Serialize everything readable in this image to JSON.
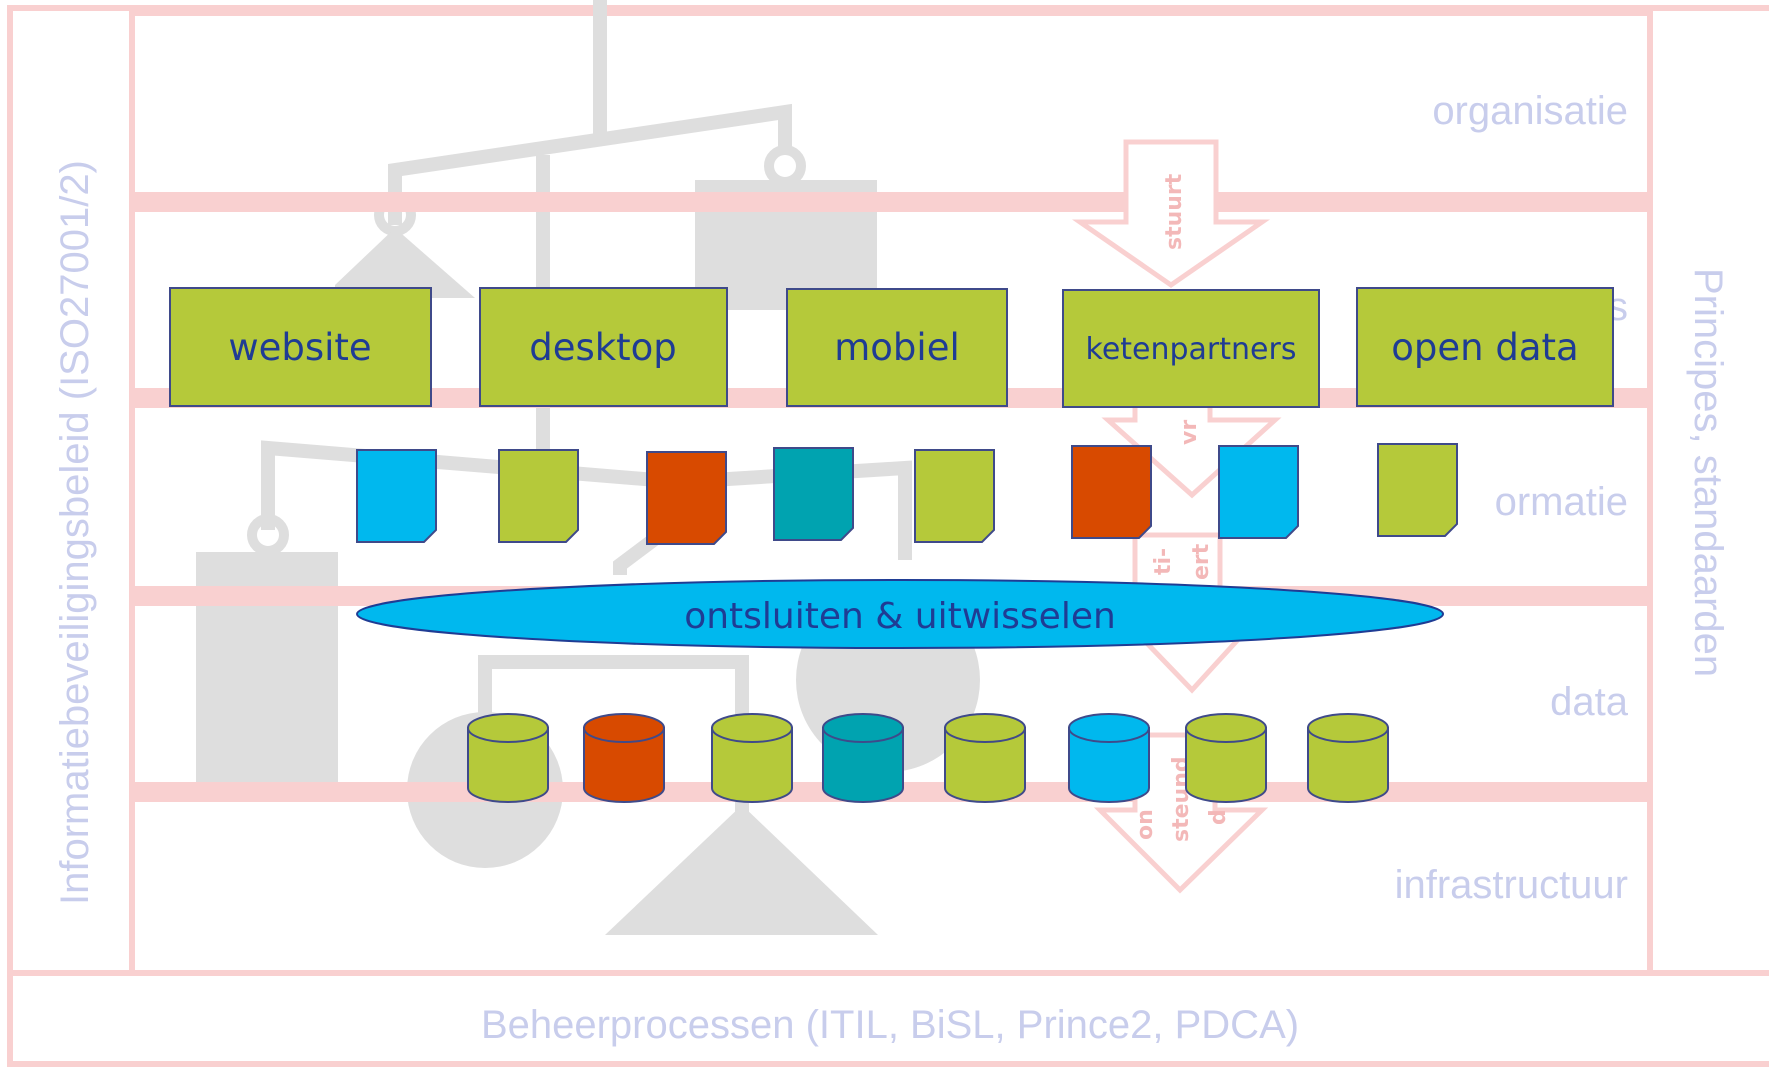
{
  "frame": {
    "left_label": "Informatiebeveiligingsbeleid (ISO27001/2)",
    "right_label": "Principes, standaarden",
    "bottom_label": "Beheerprocessen (ITIL, BiSL, Prince2, PDCA)"
  },
  "layers": [
    {
      "id": "organisatie",
      "label": "organisatie"
    },
    {
      "id": "processen",
      "label": "s"
    },
    {
      "id": "informatie",
      "label": "ormatie"
    },
    {
      "id": "data",
      "label": "data"
    },
    {
      "id": "infrastructuur",
      "label": "infrastructuur"
    }
  ],
  "arrows": {
    "stuurt": "stuurt",
    "vraagt": "vr",
    "faciliteert_a": "ti-",
    "faciliteert_b": "ert",
    "ondersteunt_a": "on",
    "ondersteunt_b": "steund",
    "ondersteunt_c": "d"
  },
  "channels": [
    {
      "id": "website",
      "label": "website"
    },
    {
      "id": "desktop",
      "label": "desktop"
    },
    {
      "id": "mobiel",
      "label": "mobiel"
    },
    {
      "id": "ketenpartners",
      "label": "ketenpartners"
    },
    {
      "id": "open-data",
      "label": "open data"
    }
  ],
  "documents": [
    {
      "color": "#00b8ee"
    },
    {
      "color": "#b5c93a"
    },
    {
      "color": "#d84a00"
    },
    {
      "color": "#00a3b0"
    },
    {
      "color": "#b5c93a"
    },
    {
      "color": "#d84a00"
    },
    {
      "color": "#00b8ee"
    },
    {
      "color": "#b5c93a"
    }
  ],
  "exchange": {
    "label": "ontsluiten & uitwisselen"
  },
  "databases": [
    {
      "color": "#b5c93a"
    },
    {
      "color": "#d84a00"
    },
    {
      "color": "#b5c93a"
    },
    {
      "color": "#00a3b0"
    },
    {
      "color": "#b5c93a"
    },
    {
      "color": "#00b8ee"
    },
    {
      "color": "#b5c93a"
    },
    {
      "color": "#b5c93a"
    }
  ],
  "colors": {
    "grid_pink": "#f9d0d0",
    "label_lavender": "#c8cdec",
    "mobile_gray": "#dedede",
    "green": "#b5c93a",
    "text_navy": "#1f3c94",
    "cyan": "#00b8ee"
  }
}
